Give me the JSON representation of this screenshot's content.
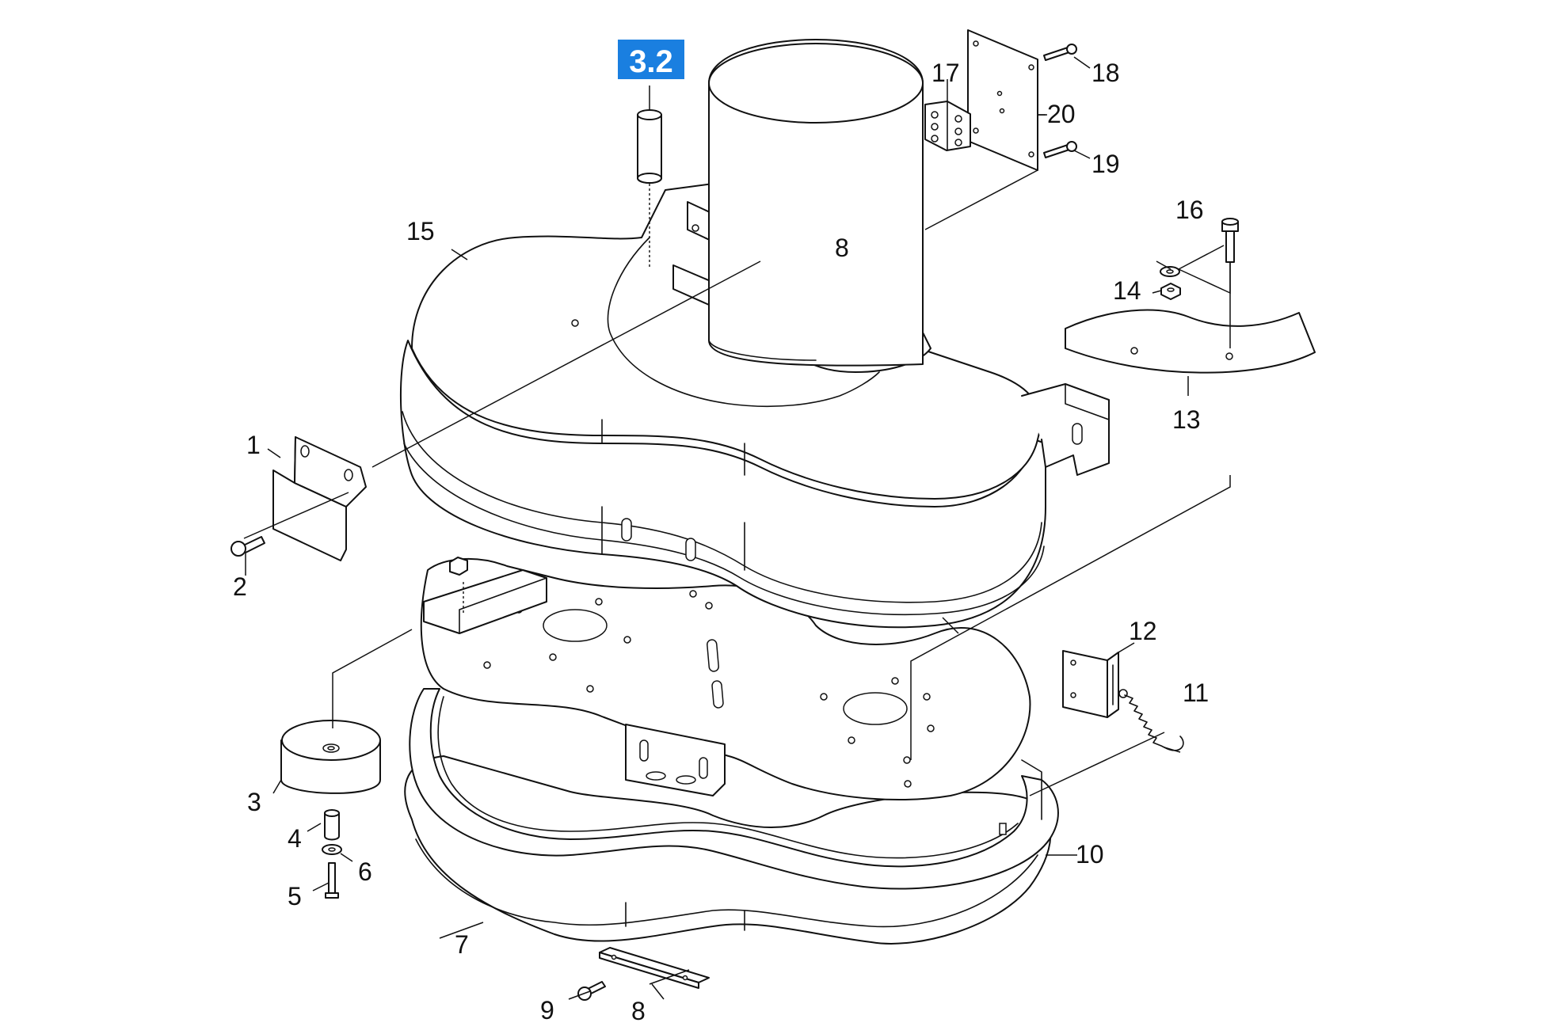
{
  "reference_badge": {
    "label": "3.2",
    "color": "#1a7fe0"
  },
  "callouts": {
    "c1": "1",
    "c2": "2",
    "c3": "3",
    "c4": "4",
    "c5": "5",
    "c6": "6",
    "c7": "7",
    "c8_washer": "8",
    "c8_strip": "8",
    "c9": "9",
    "c10": "10",
    "c11": "11",
    "c12": "12",
    "c13": "13",
    "c14": "14",
    "c15": "15",
    "c16": "16",
    "c17": "17",
    "c18": "18",
    "c19": "19",
    "c20": "20"
  }
}
